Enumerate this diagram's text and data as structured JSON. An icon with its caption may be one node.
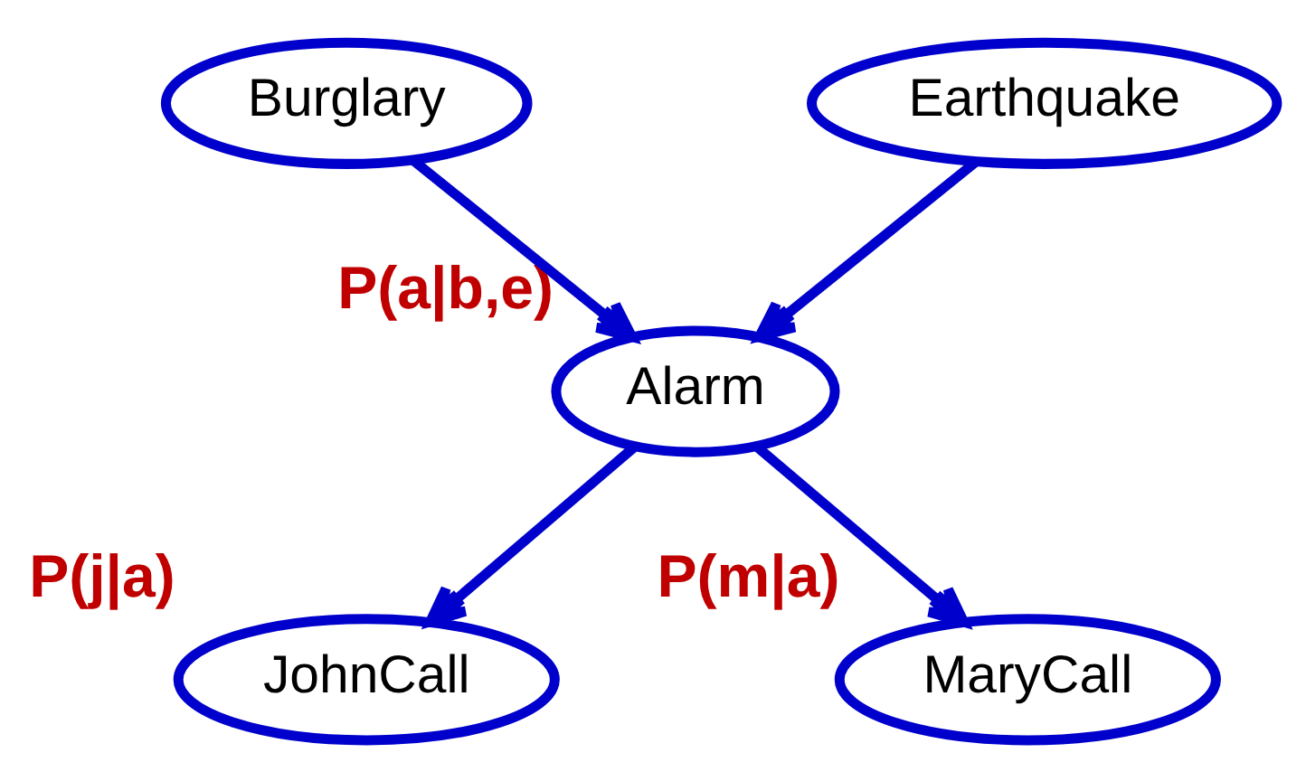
{
  "diagram": {
    "nodes": [
      {
        "text": [
          "Burglary"
        ]
      },
      {
        "text": [
          "Earthquake"
        ]
      },
      {
        "text": [
          "Alarm"
        ],
        "beside": [
          "P(a|b,e)"
        ]
      },
      {
        "text": [
          "JohnCall"
        ],
        "beside": [
          "P(j|a)"
        ]
      },
      {
        "text": [
          "MaryCall"
        ],
        "beside": [
          "P(m|a)"
        ]
      }
    ],
    "edges": [
      {
        "from": 0,
        "to": 2,
        "arrow": "to"
      },
      {
        "from": 1,
        "to": 2,
        "arrow": "to"
      },
      {
        "from": 2,
        "to": 3,
        "arrow": "to"
      },
      {
        "from": 2,
        "to": 4,
        "arrow": "to"
      }
    ]
  }
}
